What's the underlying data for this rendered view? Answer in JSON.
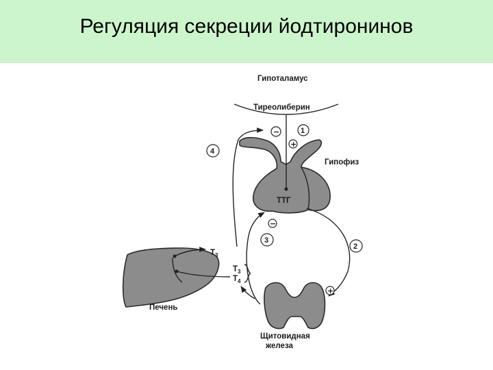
{
  "title": "Регуляция секреции йодтиронинов",
  "diagram": {
    "hypothalamus_label": "Гипоталамус",
    "trh_label": "Тиреолиберин",
    "pituitary_label": "Гипофиз",
    "tsh_label": "ТТГ",
    "liver_label": "Печень",
    "thyroid_label_line1": "Щитовидная",
    "thyroid_label_line2": "железа",
    "t3_left_main": "T",
    "t3_left_sub": "3",
    "t3_main": "T",
    "t3_sub": "3",
    "t4_main": "T",
    "t4_sub": "4",
    "steps": [
      "1",
      "2",
      "3",
      "4"
    ],
    "signs": {
      "plus_1": "+",
      "minus_1": "−",
      "minus_3": "−",
      "plus_2": "+"
    }
  }
}
